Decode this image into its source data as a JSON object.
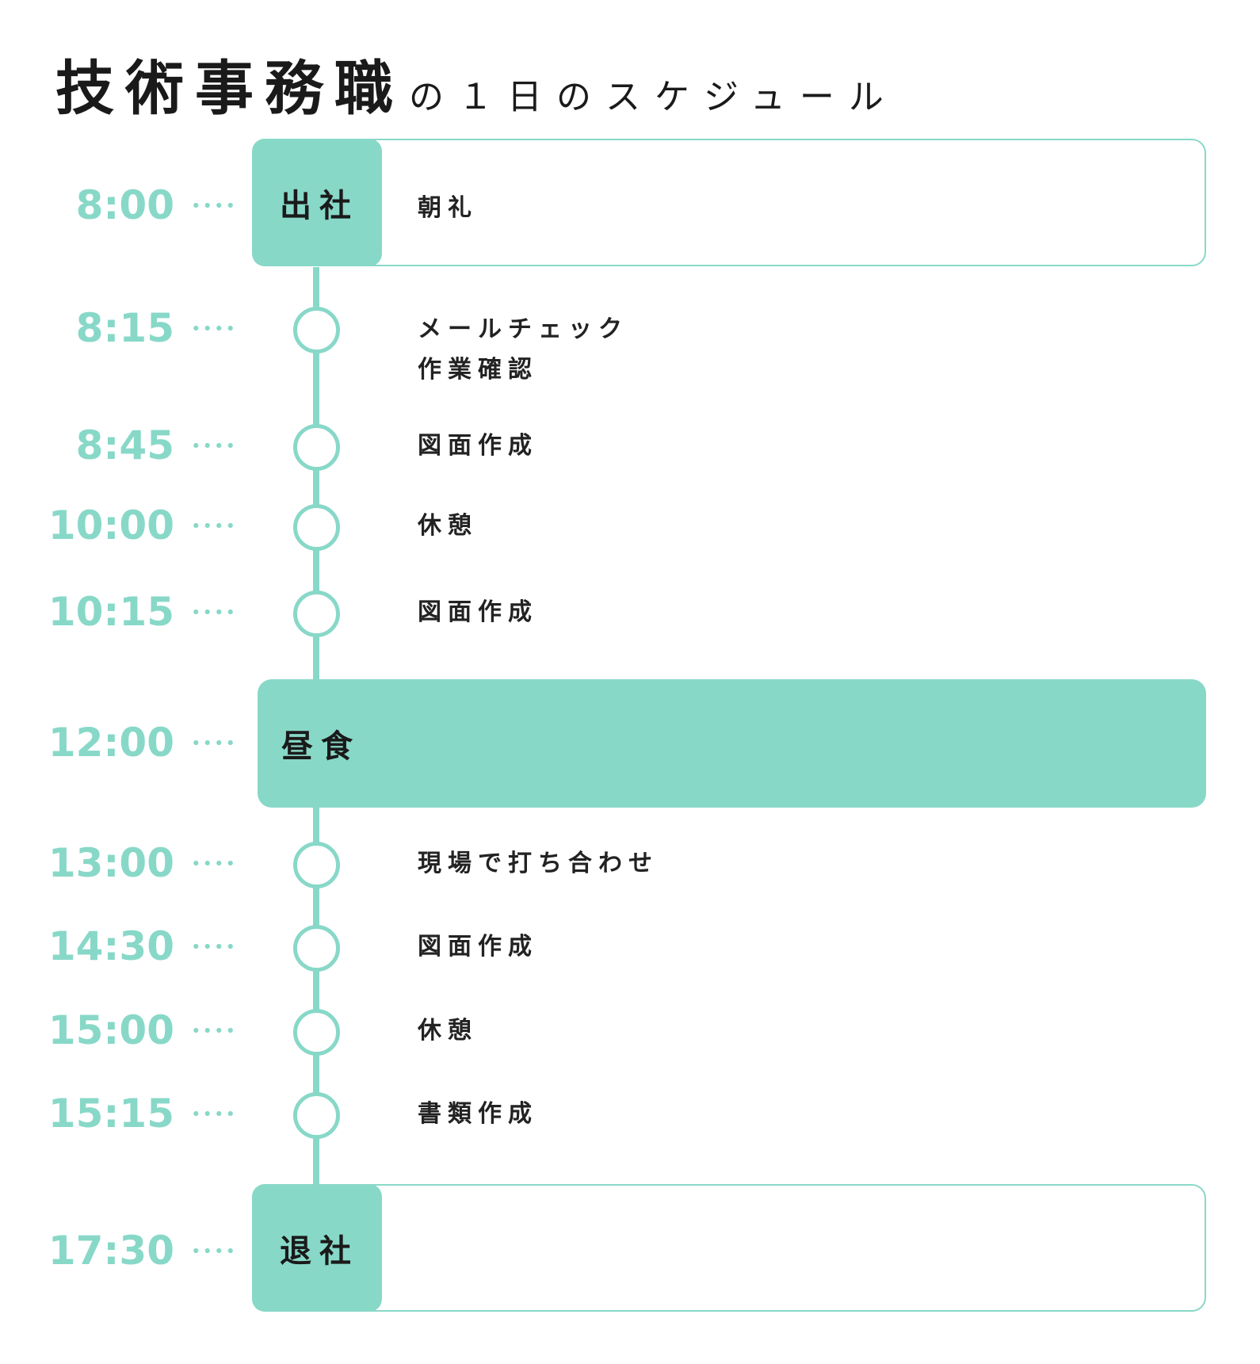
{
  "title": {
    "main": "技術事務職",
    "sub": "の１日のスケジュール"
  },
  "events": [
    {
      "time": "8:00",
      "kind": "card",
      "tag": "出社",
      "text": "朝礼"
    },
    {
      "time": "8:15",
      "kind": "circle",
      "lines": [
        "メールチェック",
        "作業確認"
      ]
    },
    {
      "time": "8:45",
      "kind": "circle",
      "lines": [
        "図面作成"
      ]
    },
    {
      "time": "10:00",
      "kind": "circle",
      "lines": [
        "休憩"
      ]
    },
    {
      "time": "10:15",
      "kind": "circle",
      "lines": [
        "図面作成"
      ]
    },
    {
      "time": "12:00",
      "kind": "block",
      "tag": "昼食"
    },
    {
      "time": "13:00",
      "kind": "circle",
      "lines": [
        "現場で打ち合わせ"
      ]
    },
    {
      "time": "14:30",
      "kind": "circle",
      "lines": [
        "図面作成"
      ]
    },
    {
      "time": "15:00",
      "kind": "circle",
      "lines": [
        "休憩"
      ]
    },
    {
      "time": "15:15",
      "kind": "circle",
      "lines": [
        "書類作成"
      ]
    },
    {
      "time": "17:30",
      "kind": "card",
      "tag": "退社",
      "text": ""
    }
  ],
  "colors": {
    "accent": "#88d8c8",
    "text": "#1a1a1a"
  }
}
